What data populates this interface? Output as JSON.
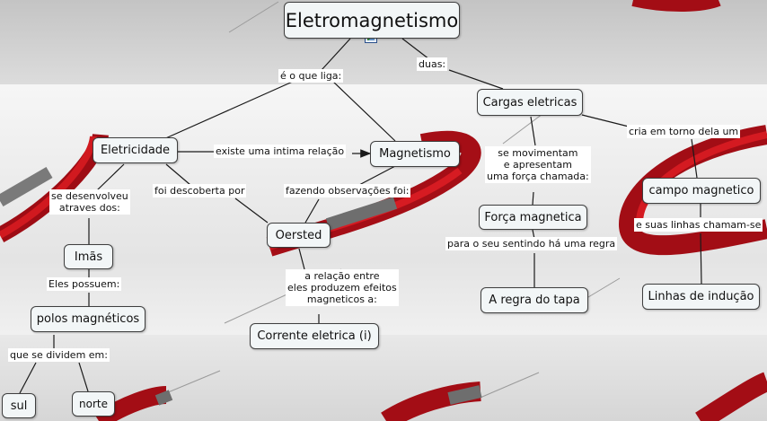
{
  "diagram": {
    "nodes": {
      "title": "Eletromagnetismo",
      "cargas": "Cargas eletricas",
      "eletricidade": "Eletricidade",
      "magnetismo": "Magnetismo",
      "campo": "campo magnetico",
      "forca": "Força magnetica",
      "oersted": "Oersted",
      "imas": "Imãs",
      "regra": "A regra do tapa",
      "linhas": "Linhas de indução",
      "polos": "polos magnéticos",
      "corrente": "Corrente eletrica (i)",
      "sul": "sul",
      "norte": "norte"
    },
    "links": {
      "e_o_que_liga": "é o que liga:",
      "duas": "duas:",
      "existe": "existe uma intima relação",
      "cria": "cria em torno dela um",
      "se_movimentam": [
        "se movimentam",
        "e apresentam",
        "uma força chamada:"
      ],
      "foi_descoberta": "foi descoberta por",
      "fazendo": "fazendo observações foi:",
      "se_desenvolveu": [
        "se desenvolveu",
        "atraves dos:"
      ],
      "e_suas_linhas": "e suas linhas chamam-se",
      "para_o_seu": "para o seu sentindo há uma regra",
      "eles_possuem": "Eles possuem:",
      "a_relacao": [
        "a relação entre",
        "eles produzem efeitos",
        "magneticos a:"
      ],
      "que_se_dividem": "que se dividem em:"
    },
    "icons": [
      "image-icon",
      "magnet-image"
    ],
    "colors": {
      "node_fill": "#f2f6f7",
      "node_border": "#3f3f3f",
      "connector": "#1a1a1a",
      "magnet_red": "#c8141e"
    }
  }
}
